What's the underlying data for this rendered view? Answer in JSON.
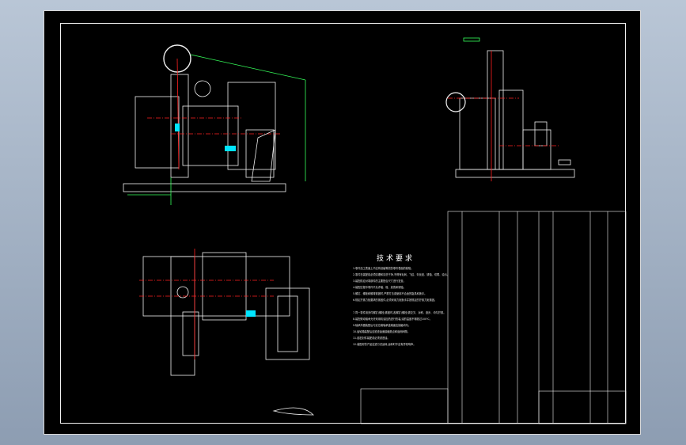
{
  "tech_requirements": {
    "title": "技术要求",
    "notes": [
      "1.零件加工表面上不应有划痕等损伤零件表面的缺陷。",
      "2.零件在装配前必须清理和清洗干净,不得有毛刺、飞边、氧化皮、锈蚀、切屑、油污。",
      "3.装配前应对零部件的主要配合尺寸进行复查。",
      "4.装配过程中零件不允许磕、碰、划伤和锈蚀。",
      "5.螺钉、螺栓和螺母紧固时,严禁打击或使用不合适的旋具和扳手。",
      "6.规定拧紧力矩要求的紧固件,必须采用力矩扳手并按规定的拧紧力矩紧固。",
      "7.同一零件用多件螺钉(螺栓)紧固时,各螺钉(螺栓)需交叉、对称、逐步、均匀拧紧。",
      "8.装配滚动轴承允许采用机油加热进行热装,油的温度不得超过100℃。",
      "9.轴承外圈装配后与定位端轴承盖端面应接触均匀。",
      "10.齿轮箱装配后应检查齿面接触斑点和齿侧间隙。",
      "11.各密封件装配前必须浸透油。",
      "12.装配好的产品应进行试运转,运转时不应有异常响声。"
    ]
  },
  "title_block": {
    "drawing_no": "",
    "drawing_title": ""
  },
  "colors": {
    "background": "#8d9db2",
    "sheet": "#000000",
    "line_white": "#f0f0f0",
    "line_red": "#ff2020",
    "line_green": "#35ff5a",
    "line_cyan": "#00e5ff"
  }
}
